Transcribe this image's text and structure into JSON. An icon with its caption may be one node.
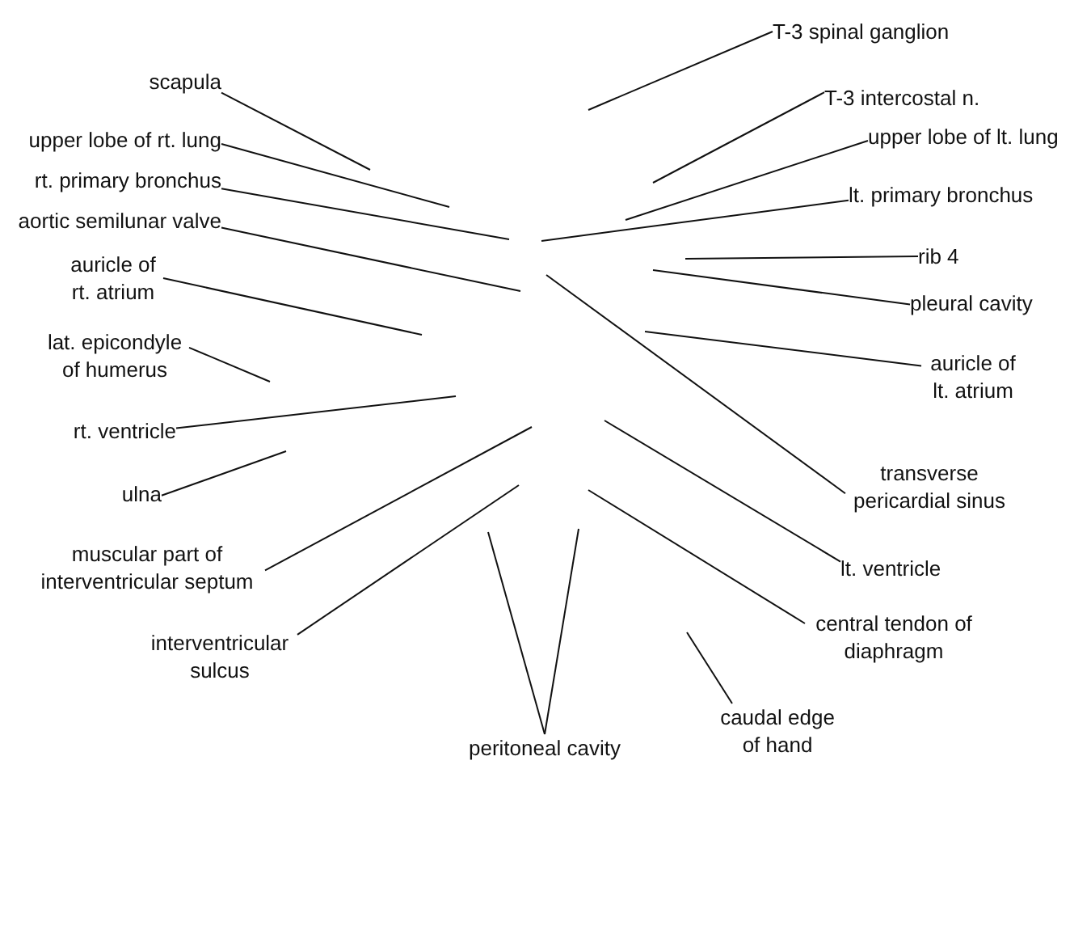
{
  "diagram": {
    "nodes": [
      {
        "text": [
          "scapula"
        ]
      },
      {
        "text": [
          "upper lobe of rt. lung"
        ]
      },
      {
        "text": [
          "rt. primary bronchus"
        ]
      },
      {
        "text": [
          "aortic semilunar valve"
        ]
      },
      {
        "text": [
          "auricle of rt. atrium"
        ]
      },
      {
        "text": [
          "lat. epicondyle of humerus"
        ]
      },
      {
        "text": [
          "rt. ventricle"
        ]
      },
      {
        "text": [
          "ulna"
        ]
      },
      {
        "text": [
          "muscular part of interventricular septum"
        ]
      },
      {
        "text": [
          "interventricular sulcus"
        ]
      },
      {
        "text": [
          "T-3 spinal ganglion"
        ]
      },
      {
        "text": [
          "T-3 intercostal n."
        ]
      },
      {
        "text": [
          "upper lobe of lt. lung"
        ]
      },
      {
        "text": [
          "lt. primary bronchus"
        ]
      },
      {
        "text": [
          "rib 4"
        ]
      },
      {
        "text": [
          "pleural cavity"
        ]
      },
      {
        "text": [
          "auricle of lt. atrium"
        ]
      },
      {
        "text": [
          "transverse pericardial sinus"
        ]
      },
      {
        "text": [
          "lt. ventricle"
        ]
      },
      {
        "text": [
          "central tendon of diaphragm"
        ]
      },
      {
        "text": [
          "caudal edge of hand"
        ]
      },
      {
        "text": [
          "peritoneal cavity"
        ]
      }
    ],
    "edges": [
      {
        "from": 0,
        "to": null,
        "arrow": "none"
      },
      {
        "from": 1,
        "to": null,
        "arrow": "none"
      },
      {
        "from": 2,
        "to": null,
        "arrow": "none"
      },
      {
        "from": 3,
        "to": null,
        "arrow": "none"
      },
      {
        "from": 4,
        "to": null,
        "arrow": "none"
      },
      {
        "from": 5,
        "to": null,
        "arrow": "none"
      },
      {
        "from": 6,
        "to": null,
        "arrow": "none"
      },
      {
        "from": 7,
        "to": null,
        "arrow": "none"
      },
      {
        "from": 8,
        "to": null,
        "arrow": "none"
      },
      {
        "from": 9,
        "to": null,
        "arrow": "none"
      },
      {
        "from": 10,
        "to": null,
        "arrow": "none"
      },
      {
        "from": 11,
        "to": null,
        "arrow": "none"
      },
      {
        "from": 12,
        "to": null,
        "arrow": "none"
      },
      {
        "from": 13,
        "to": null,
        "arrow": "none"
      },
      {
        "from": 14,
        "to": null,
        "arrow": "none"
      },
      {
        "from": 15,
        "to": null,
        "arrow": "none"
      },
      {
        "from": 16,
        "to": null,
        "arrow": "none"
      },
      {
        "from": 17,
        "to": null,
        "arrow": "none"
      },
      {
        "from": 18,
        "to": null,
        "arrow": "none"
      },
      {
        "from": 19,
        "to": null,
        "arrow": "none"
      },
      {
        "from": 20,
        "to": null,
        "arrow": "none"
      },
      {
        "from": 21,
        "to": null,
        "arrow": "none"
      },
      {
        "from": 21,
        "to": null,
        "arrow": "none"
      }
    ]
  }
}
